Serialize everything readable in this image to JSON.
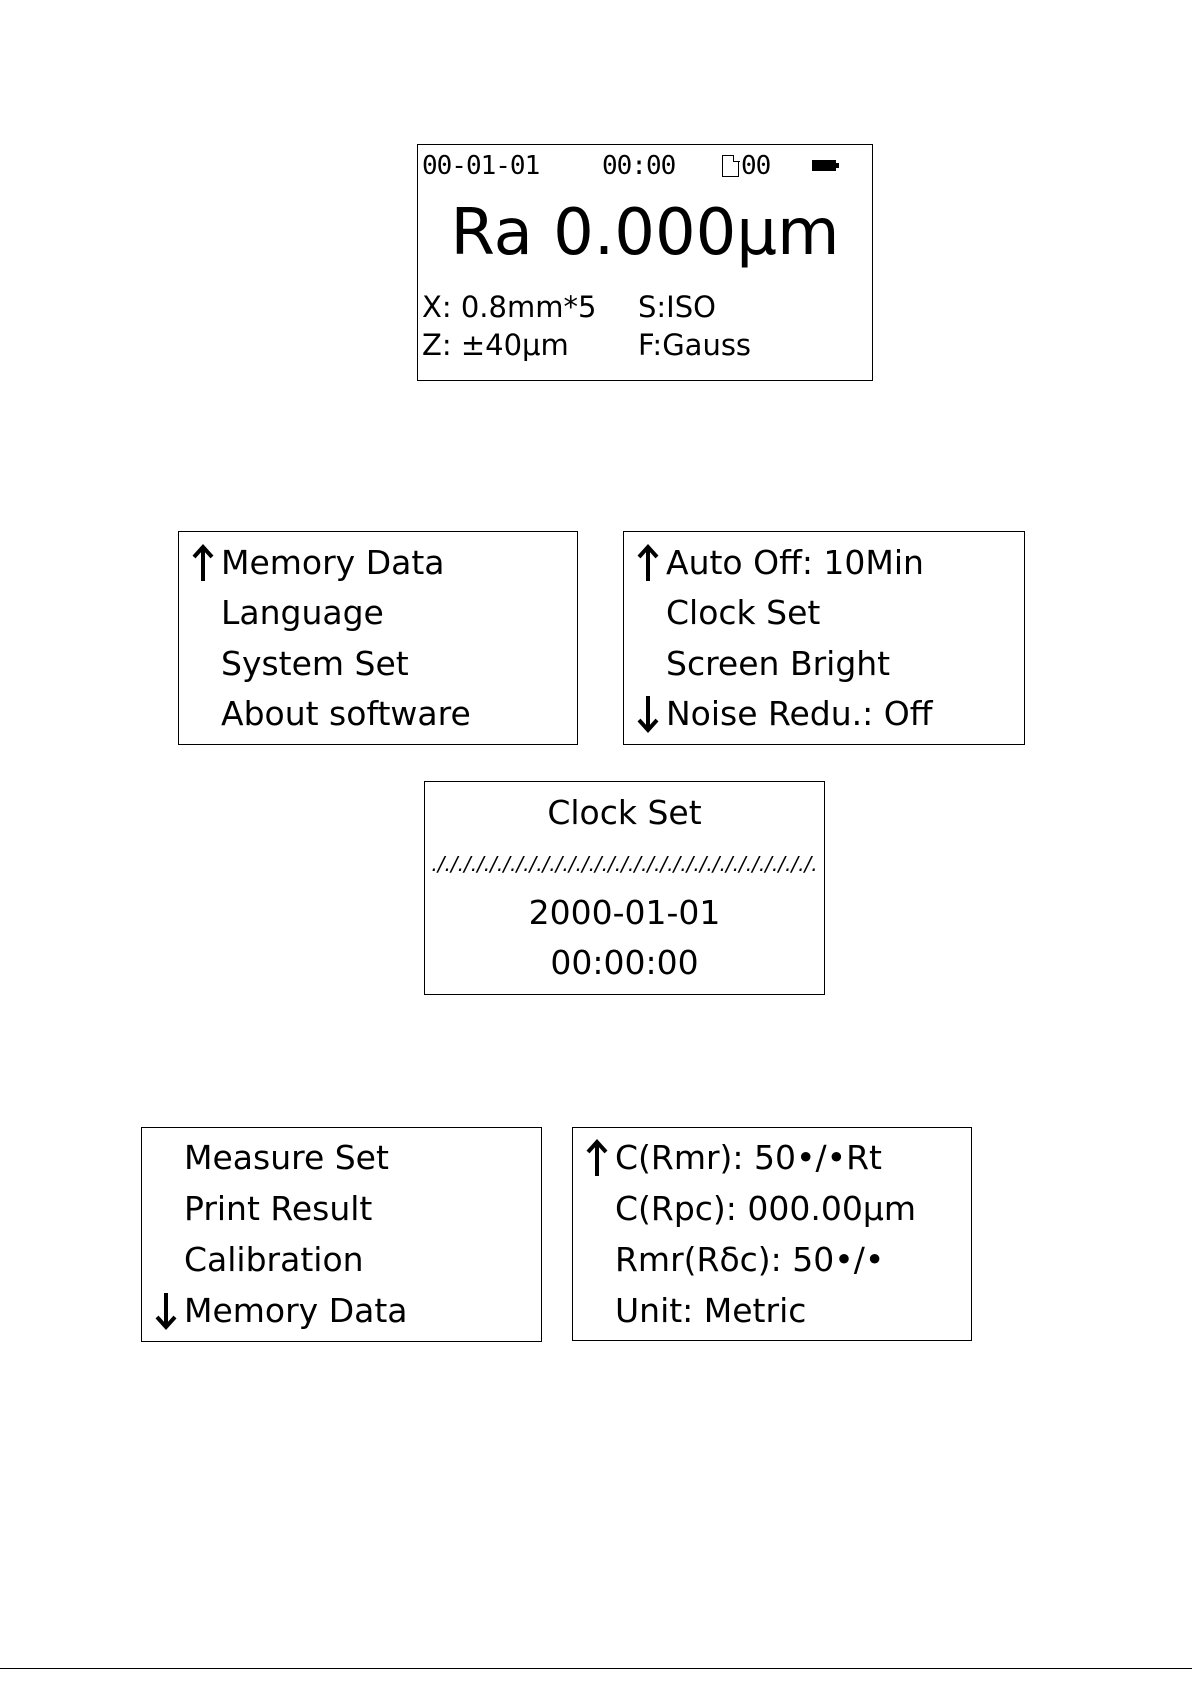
{
  "main_screen": {
    "date": "00-01-01",
    "time": "00:00",
    "file_no": "00",
    "icons": {
      "file": "file-icon",
      "battery": "battery-icon"
    },
    "value": "Ra 0.000μm",
    "x_param": "X: 0.8mm*5",
    "z_param": "Z: ±40μm",
    "s_param": "S:ISO",
    "f_param": "F:Gauss"
  },
  "menu_1": {
    "items": [
      {
        "label": "Memory Data",
        "arrow": "up"
      },
      {
        "label": "Language",
        "arrow": ""
      },
      {
        "label": "System Set",
        "arrow": ""
      },
      {
        "label": "About software",
        "arrow": ""
      }
    ]
  },
  "menu_2": {
    "items": [
      {
        "label": "Auto Off: 10Min",
        "arrow": "up"
      },
      {
        "label": "Clock Set",
        "arrow": ""
      },
      {
        "label": "Screen Bright",
        "arrow": ""
      },
      {
        "label": "Noise Redu.: Off",
        "arrow": "down"
      }
    ]
  },
  "clock_set": {
    "title": "Clock Set",
    "separator": "./././././././././././././././././././././././././././././.",
    "date": "2000-01-01",
    "time": "00:00:00"
  },
  "menu_3": {
    "items": [
      {
        "label": "Measure Set",
        "arrow": ""
      },
      {
        "label": "Print Result",
        "arrow": ""
      },
      {
        "label": "Calibration",
        "arrow": ""
      },
      {
        "label": "Memory Data",
        "arrow": "down"
      }
    ]
  },
  "menu_4": {
    "items": [
      {
        "label": "C(Rmr): 50•/•Rt",
        "arrow": "up"
      },
      {
        "label": "C(Rpc): 000.00μm",
        "arrow": ""
      },
      {
        "label": "Rmr(Rδc): 50•/•",
        "arrow": ""
      },
      {
        "label": "Unit: Metric",
        "arrow": ""
      }
    ]
  }
}
